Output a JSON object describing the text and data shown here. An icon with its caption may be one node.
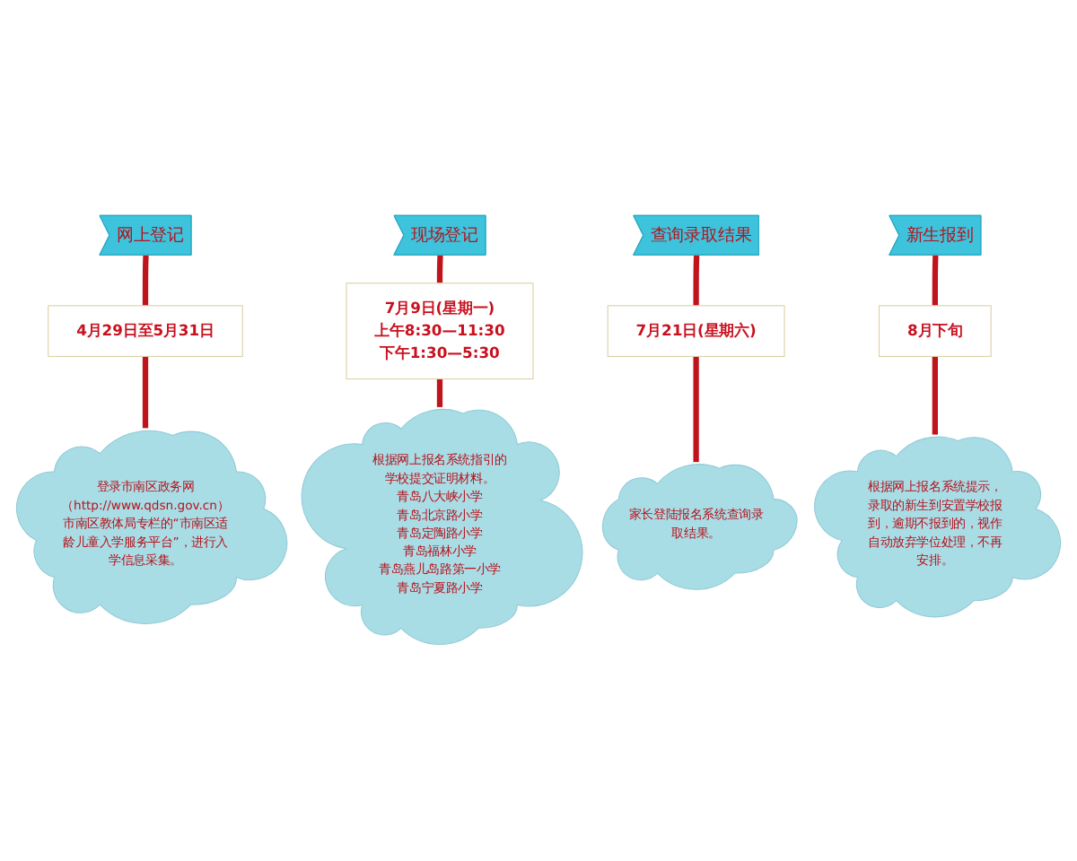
{
  "diagram": {
    "nodes": [
      {
        "text": [
          "网上登记"
        ]
      },
      {
        "text": [
          "现场登记"
        ]
      },
      {
        "text": [
          "查询录取结果"
        ]
      },
      {
        "text": [
          "新生报到"
        ]
      },
      {
        "text": [
          "4月29日至5月31日"
        ]
      },
      {
        "text": [
          "7月9日(星期一)",
          "上午8:30—11:30",
          "下午1:30—5:30"
        ]
      },
      {
        "text": [
          "7月21日(星期六)"
        ]
      },
      {
        "text": [
          "8月下旬"
        ]
      },
      {
        "text": [
          "登录市南区政务网（http://www.qdsn.gov.cn）市南区教体局专栏的“市南区适龄儿童入学服务平台”，进行入学信息采集。"
        ]
      },
      {
        "text": [
          "根据网上报名系统指引的学校提交证明材料。",
          "青岛八大峡小学",
          "青岛北京路小学",
          "青岛定陶路小学",
          "青岛福林小学",
          "青岛燕儿岛路第一小学",
          "青岛宁夏路小学"
        ]
      },
      {
        "text": [
          "家长登陆报名系统查询录取结果。"
        ]
      },
      {
        "text": [
          "根据网上报名系统提示，录取的新生到安置学校报到，逾期不报到的，视作自动放弃学位处理，不再安排。"
        ]
      }
    ],
    "edges": [
      {
        "from": 0,
        "to": 4,
        "arrow": "none"
      },
      {
        "from": 4,
        "to": 8,
        "arrow": "none"
      },
      {
        "from": 1,
        "to": 5,
        "arrow": "none"
      },
      {
        "from": 5,
        "to": 9,
        "arrow": "none"
      },
      {
        "from": 2,
        "to": 6,
        "arrow": "none"
      },
      {
        "from": 6,
        "to": 10,
        "arrow": "none"
      },
      {
        "from": 3,
        "to": 7,
        "arrow": "none"
      },
      {
        "from": 7,
        "to": 11,
        "arrow": "none"
      }
    ]
  }
}
